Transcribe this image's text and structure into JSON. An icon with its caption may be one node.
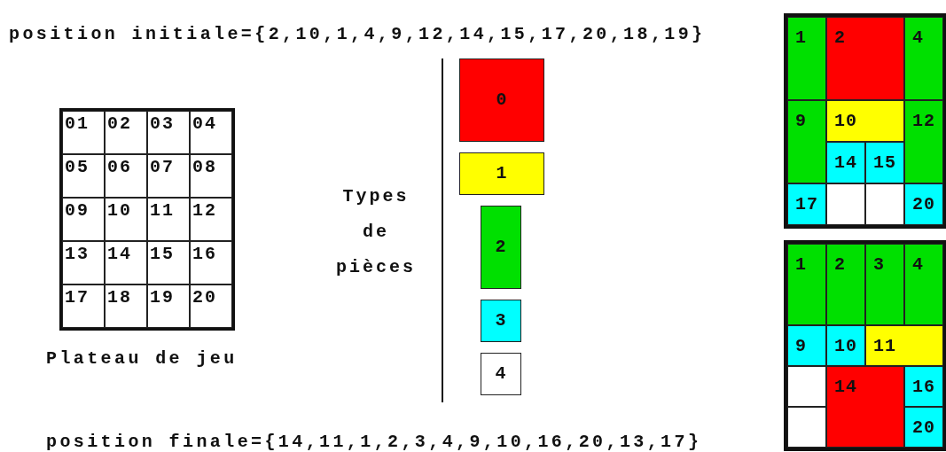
{
  "diagram": {
    "nodes": [
      {
        "text": [
          "0"
        ]
      },
      {
        "text": [
          "1"
        ]
      },
      {
        "text": [
          "2"
        ]
      },
      {
        "text": [
          "3"
        ]
      },
      {
        "text": [
          "4"
        ]
      },
      {
        "text": [],
        "shape": "box"
      },
      {
        "text": [
          "1"
        ],
        "in": 5
      },
      {
        "text": [
          "2"
        ],
        "in": 5
      },
      {
        "text": [
          "4"
        ],
        "in": 5
      },
      {
        "text": [
          "9"
        ],
        "in": 5
      },
      {
        "text": [
          "10"
        ],
        "in": 5
      },
      {
        "text": [
          "12"
        ],
        "in": 5
      },
      {
        "text": [
          "14"
        ],
        "in": 5
      },
      {
        "text": [
          "15"
        ],
        "in": 5
      },
      {
        "text": [
          "17"
        ],
        "in": 5
      },
      {
        "text": [],
        "shape": "box",
        "in": 5
      },
      {
        "text": [],
        "shape": "box",
        "in": 5
      },
      {
        "text": [
          "20"
        ],
        "in": 5
      },
      {
        "text": [],
        "shape": "box"
      },
      {
        "text": [
          "1"
        ],
        "in": 18
      },
      {
        "text": [
          "2"
        ],
        "in": 18
      },
      {
        "text": [
          "3"
        ],
        "in": 18
      },
      {
        "text": [
          "4"
        ],
        "in": 18
      },
      {
        "text": [
          "9"
        ],
        "in": 18
      },
      {
        "text": [
          "10"
        ],
        "in": 18
      },
      {
        "text": [
          "11"
        ],
        "in": 18
      },
      {
        "text": [],
        "shape": "box",
        "in": 18
      },
      {
        "text": [
          "14"
        ],
        "in": 18
      },
      {
        "text": [
          "16"
        ],
        "in": 18
      },
      {
        "text": [],
        "shape": "box",
        "in": 18
      },
      {
        "text": [
          "20"
        ],
        "in": 18
      }
    ],
    "edges": [],
    "labels": [
      "position initiale={2,10,1,4,9,12,14,15,17,20,18,19}",
      "01",
      "02",
      "03",
      "04",
      "05",
      "06",
      "07",
      "08",
      "09",
      "10",
      "11",
      "12",
      "13",
      "14",
      "15",
      "16",
      "17",
      "18",
      "19",
      "20",
      "Types de pièces",
      "Plateau de jeu",
      "position finale={14,11,1,2,3,4,9,10,16,20,13,17}"
    ]
  }
}
